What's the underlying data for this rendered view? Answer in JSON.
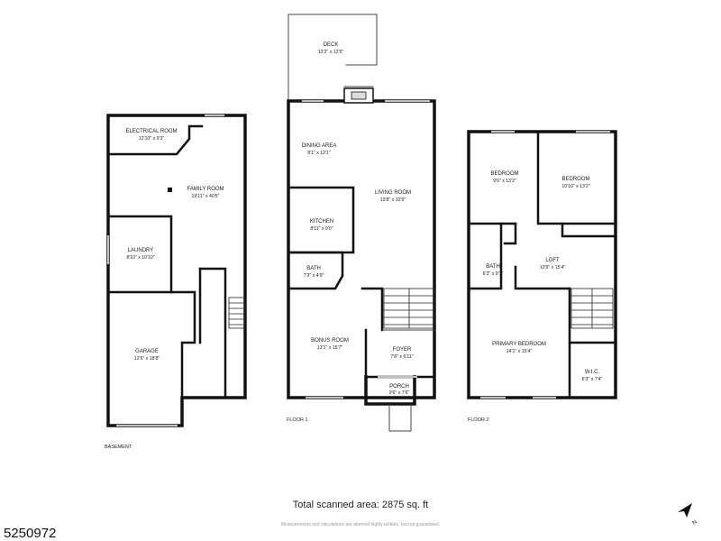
{
  "floors": [
    {
      "id": "basement",
      "label": "BASEMENT",
      "rooms": [
        {
          "id": "electrical-room",
          "name": "ELECTRICAL ROOM",
          "dims": "12'10\" x 9'3\""
        },
        {
          "id": "family-room",
          "name": "FAMILY ROOM",
          "dims": "19'11\" x 40'5\""
        },
        {
          "id": "laundry",
          "name": "LAUNDRY",
          "dims": "8'10\" x 10'10\""
        },
        {
          "id": "garage",
          "name": "GARAGE",
          "dims": "12'6\" x 18'8\""
        }
      ]
    },
    {
      "id": "floor-1",
      "label": "FLOOR 1",
      "rooms": [
        {
          "id": "deck",
          "name": "DECK",
          "dims": "13'2\" x 12'5\""
        },
        {
          "id": "dining-area",
          "name": "DINING AREA",
          "dims": "8'1\" x 12'1\""
        },
        {
          "id": "living-room",
          "name": "LIVING ROOM",
          "dims": "13'8\" x 32'6\""
        },
        {
          "id": "kitchen",
          "name": "KITCHEN",
          "dims": "8'11\" x 9'0\""
        },
        {
          "id": "bath-1",
          "name": "BATH",
          "dims": "7'3\" x 4'9\""
        },
        {
          "id": "bonus-room",
          "name": "BONUS ROOM",
          "dims": "13'1\" x 15'7\""
        },
        {
          "id": "foyer",
          "name": "FOYER",
          "dims": "7'8\" x 6'11\""
        },
        {
          "id": "porch",
          "name": "PORCH",
          "dims": "9'6\" x 7'6\""
        }
      ]
    },
    {
      "id": "floor-2",
      "label": "FLOOR 2",
      "rooms": [
        {
          "id": "bedroom-a",
          "name": "BEDROOM",
          "dims": "9'6\" x 13'2\""
        },
        {
          "id": "bedroom-b",
          "name": "BEDROOM",
          "dims": "10'10\" x 13'2\""
        },
        {
          "id": "bath-2",
          "name": "BATH",
          "dims": "6'3\" x 9'1\""
        },
        {
          "id": "loft",
          "name": "LOFT",
          "dims": "10'9\" x 15'4\""
        },
        {
          "id": "primary-bedroom",
          "name": "PRIMARY BEDROOM",
          "dims": "14'1\" x 15'4\""
        },
        {
          "id": "wic",
          "name": "W.I.C.",
          "dims": "6'3\" x 7'4\""
        }
      ]
    }
  ],
  "footer": {
    "total_area": "Total scanned area: 2875 sq. ft",
    "disclaimer": "Measurements and calculations are deemed highly reliable, but not guaranteed.",
    "listing_id": "5250972"
  },
  "icons": {
    "compass": "north-arrow-icon",
    "fireplace": "fireplace-icon",
    "stairs": "stairs-icon"
  },
  "colors": {
    "wall": "#111111",
    "thin_wall": "#555555",
    "window": "#b8b8b8",
    "background": "#ffffff"
  }
}
